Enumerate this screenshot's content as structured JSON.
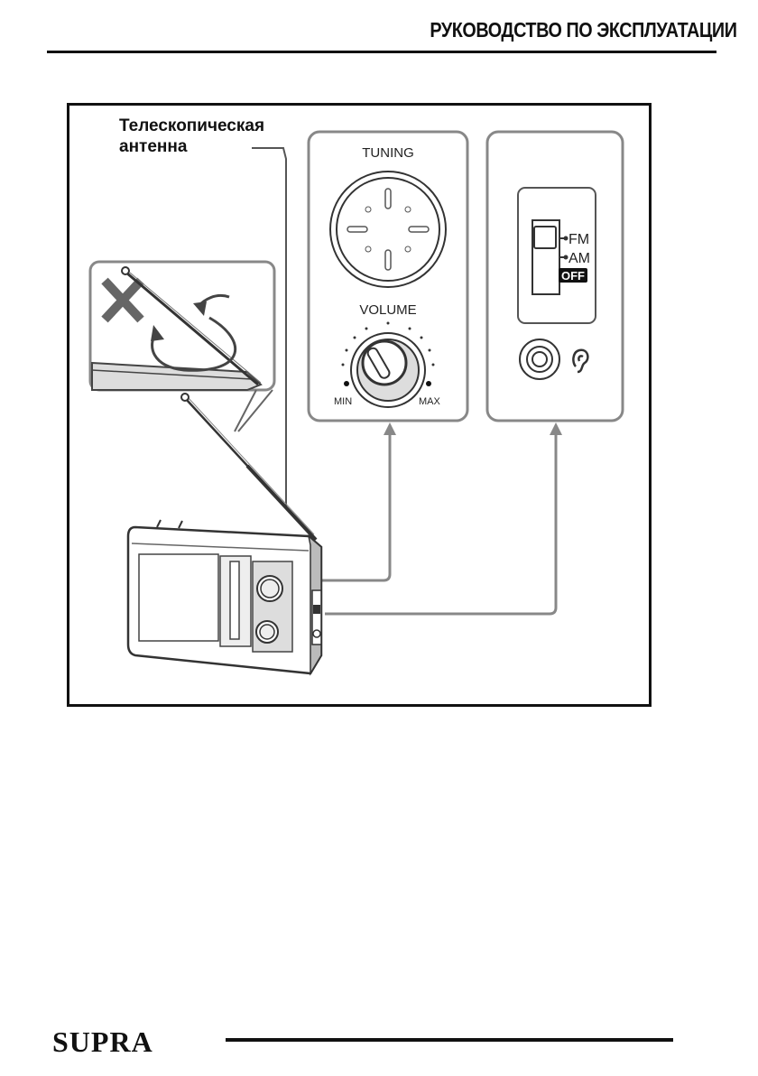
{
  "header": {
    "title": "РУКОВОДСТВО ПО ЭКСПЛУАТАЦИИ"
  },
  "figure": {
    "antenna_caption": [
      "Телескопическая",
      "антенна"
    ],
    "tuning_label": "TUNING",
    "volume_label": "VOLUME",
    "volume_min": "MIN",
    "volume_max": "MAX",
    "band_fm": "FM",
    "band_am": "AM",
    "band_off": "OFF"
  },
  "footer": {
    "logo": "SUPRA"
  }
}
